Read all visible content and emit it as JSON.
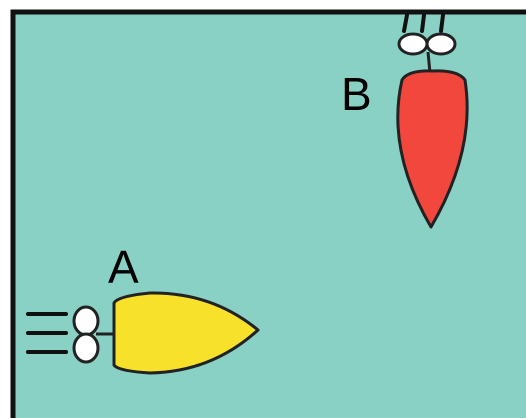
{
  "colors": {
    "water": "#89d1c5",
    "frame": "#111111",
    "boat_a": "#f8e12a",
    "boat_b": "#f1473d",
    "outline": "#222222",
    "propeller": "#ffffff"
  },
  "boats": [
    {
      "id": "A",
      "label": "A",
      "color": "#f8e12a",
      "heading": "right",
      "propeller_icon": "propeller-icon",
      "wake_icon": "wake-lines-icon"
    },
    {
      "id": "B",
      "label": "B",
      "color": "#f1473d",
      "heading": "down",
      "propeller_icon": "propeller-icon",
      "wake_icon": "wake-lines-icon"
    }
  ]
}
